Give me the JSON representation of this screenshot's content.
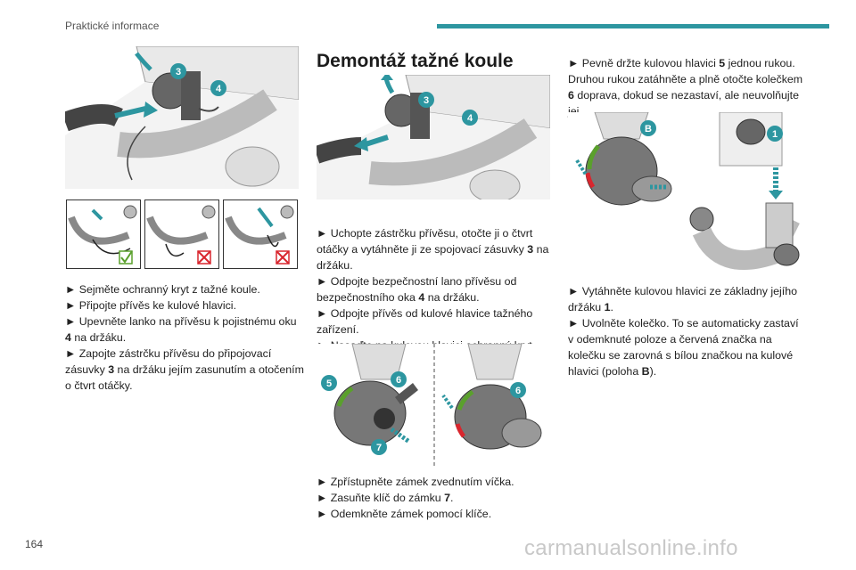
{
  "header": {
    "section": "Praktické informace"
  },
  "page_number": "164",
  "watermark": "carmanualsonline.info",
  "left_column": {
    "items": [
      {
        "pre": "► Sejměte ochranný kryt z tažné koule."
      },
      {
        "pre": "► Připojte přívěs ke kulové hlavici."
      },
      {
        "pre": "► Upevněte lanko na přívěsu k pojistnému oku ",
        "bold": "4",
        "post": " na držáku."
      },
      {
        "pre": "► Zapojte zástrčku přívěsu do připojovací zásuvky ",
        "bold": "3",
        "post": " na držáku jejím zasunutím a otočením o čtvrt otáčky."
      }
    ]
  },
  "middle_column": {
    "title": "Demontáž tažné koule",
    "items_a": [
      {
        "pre": "► Uchopte zástrčku přívěsu, otočte ji o čtvrt otáčky a vytáhněte ji ze spojovací zásuvky ",
        "bold": "3",
        "post": " na držáku."
      },
      {
        "pre": "► Odpojte bezpečnostní lano přívěsu od bezpečnostního oka ",
        "bold": "4",
        "post": " na držáku."
      },
      {
        "pre": "► Odpojte přívěs od kulové hlavice tažného zařízení."
      },
      {
        "pre": "► Nasaďte na kulovou hlavici ochranný kryt."
      }
    ],
    "items_b": [
      {
        "pre": "► Zpřístupněte zámek zvednutím víčka."
      },
      {
        "pre": "► Zasuňte klíč do zámku ",
        "bold": "7",
        "post": "."
      },
      {
        "pre": "► Odemkněte zámek pomocí klíče."
      }
    ]
  },
  "right_column": {
    "items_a": [
      {
        "pre": "► Pevně držte kulovou hlavici ",
        "bold": "5",
        "post": " jednou rukou. Druhou rukou zatáhněte a plně otočte kolečkem ",
        "bold2": "6",
        "post2": " doprava, dokud se nezastaví, ale neuvolňujte jej."
      }
    ],
    "items_b": [
      {
        "pre": "► Vytáhněte kulovou hlavici ze základny jejího držáku ",
        "bold": "1",
        "post": "."
      },
      {
        "pre": "► Uvolněte kolečko. To se automaticky zastaví v odemknuté poloze a červená značka na kolečku se zarovná s bílou značkou na kulové hlavici (poloha ",
        "bold": "B",
        "post": ")."
      }
    ]
  },
  "badges": {
    "b3": "3",
    "b4": "4",
    "b5": "5",
    "b6": "6",
    "b7": "7",
    "b1": "1",
    "bB": "B"
  },
  "colors": {
    "accent": "#2d96a0",
    "badge": "#2d96a0",
    "ok": "#5aa02c",
    "bad": "#d9262e"
  }
}
